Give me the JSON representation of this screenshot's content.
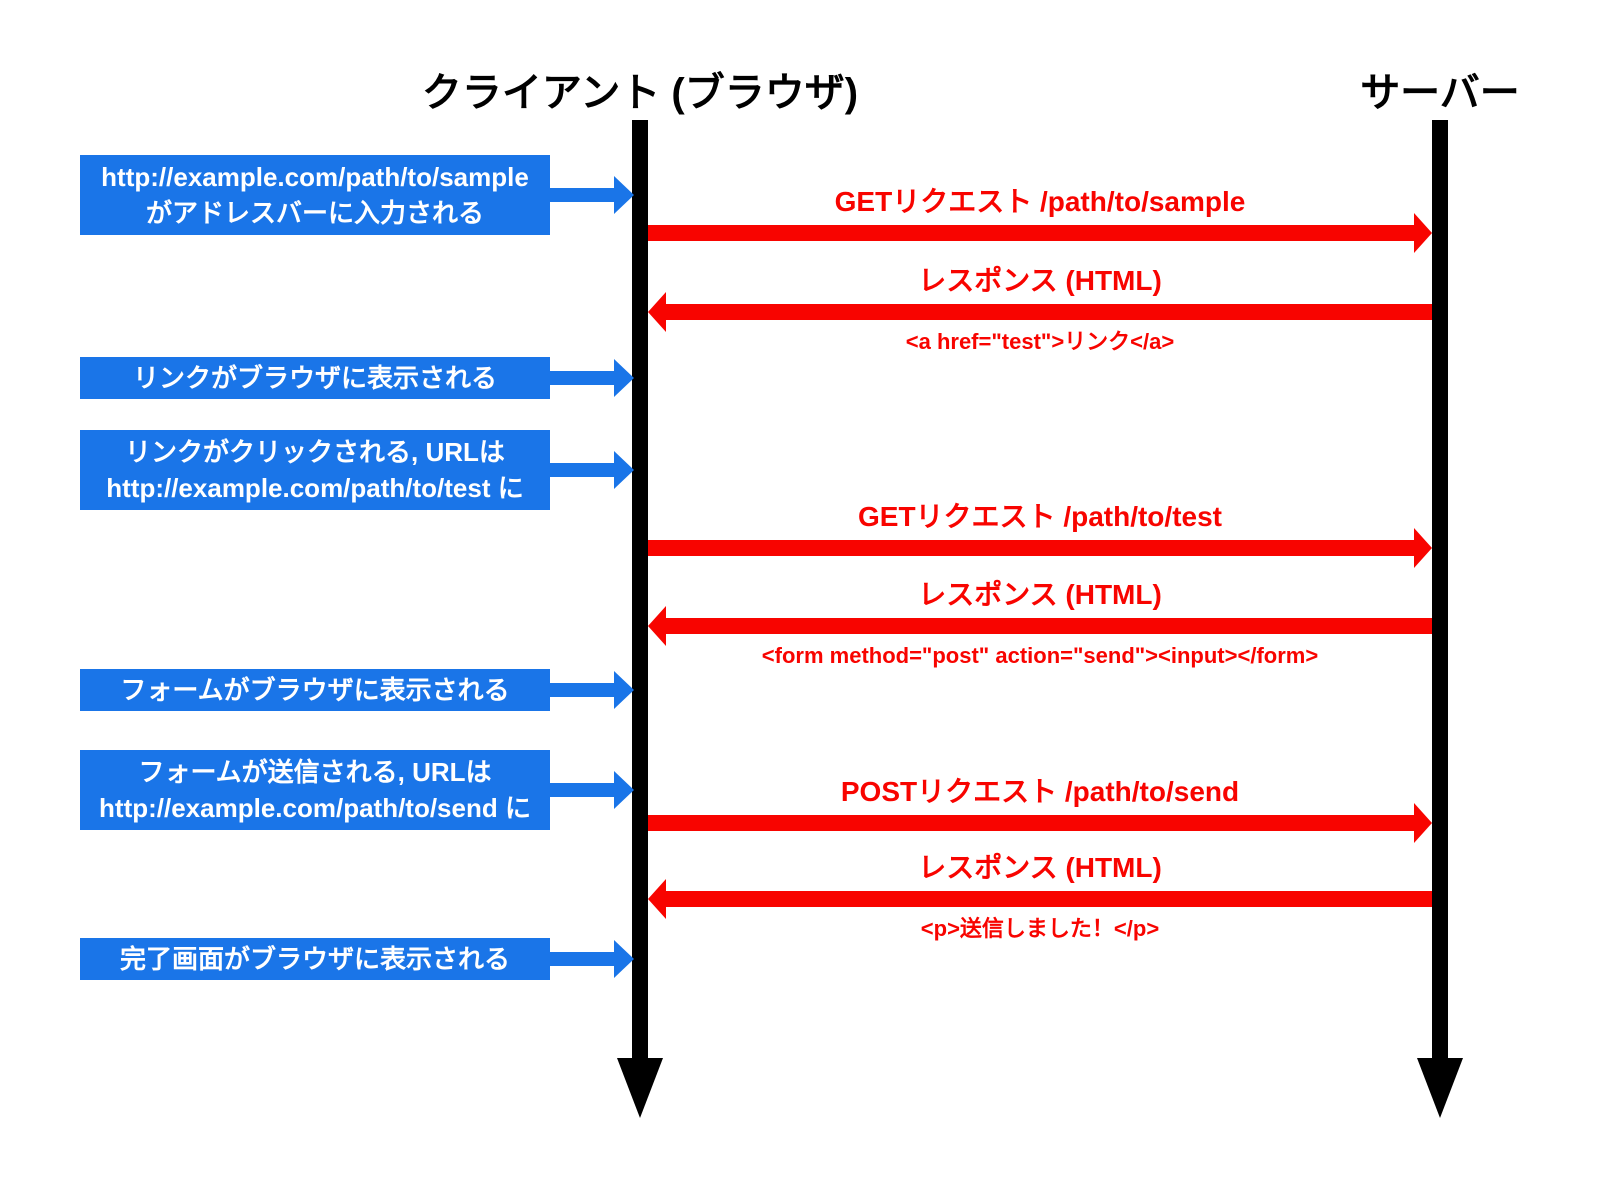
{
  "diagram": {
    "type": "sequence",
    "colors": {
      "event_blue": "#1a75e8",
      "message_red": "#f80400",
      "lifeline_black": "#000000",
      "background": "#ffffff"
    },
    "actors": [
      {
        "id": "client",
        "label": "クライアント (ブラウザ)"
      },
      {
        "id": "server",
        "label": "サーバー"
      }
    ],
    "client_events": [
      {
        "line1": "http://example.com/path/to/sample",
        "line2": "がアドレスバーに入力される"
      },
      {
        "line1": "リンクがブラウザに表示される"
      },
      {
        "line1": "リンクがクリックされる, URLは",
        "line2": "http://example.com/path/to/test に"
      },
      {
        "line1": "フォームがブラウザに表示される"
      },
      {
        "line1": "フォームが送信される, URLは",
        "line2": "http://example.com/path/to/send に"
      },
      {
        "line1": "完了画面がブラウザに表示される"
      }
    ],
    "messages": [
      {
        "direction": "right",
        "label": "GETリクエスト /path/to/sample"
      },
      {
        "direction": "left",
        "label": "レスポンス (HTML)",
        "code": "<a href=\"test\">リンク</a>"
      },
      {
        "direction": "right",
        "label": "GETリクエスト /path/to/test"
      },
      {
        "direction": "left",
        "label": "レスポンス (HTML)",
        "code": "<form method=\"post\" action=\"send\"><input></form>"
      },
      {
        "direction": "right",
        "label": "POSTリクエスト /path/to/send"
      },
      {
        "direction": "left",
        "label": "レスポンス (HTML)",
        "code": "<p>送信しました！</p>"
      }
    ]
  }
}
